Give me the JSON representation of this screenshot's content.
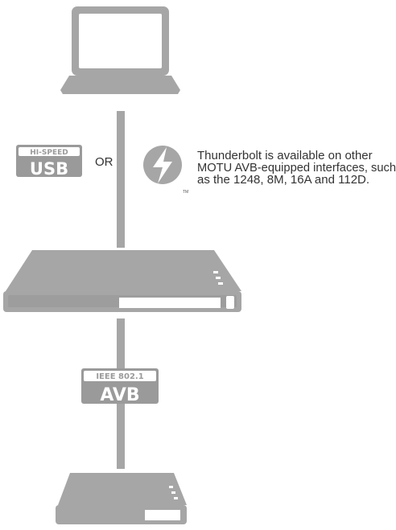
{
  "usb_badge": {
    "top_label": "HI-SPEED",
    "main_label": "USB"
  },
  "or_label": "OR",
  "thunderbolt": {
    "icon": "thunderbolt-icon",
    "trademark": "TM",
    "note_lines": [
      "Thunderbolt is available on other",
      "MOTU AVB-equipped interfaces, such",
      "as the 1248, 8M, 16A and 112D."
    ]
  },
  "avb_badge": {
    "top_label": "IEEE 802.1",
    "main_label": "AVB"
  },
  "colors": {
    "device_gray": "#a6a6a6",
    "device_dark": "#8c8c8c",
    "badge_gray": "#9a9a9a",
    "text": "#333333"
  }
}
